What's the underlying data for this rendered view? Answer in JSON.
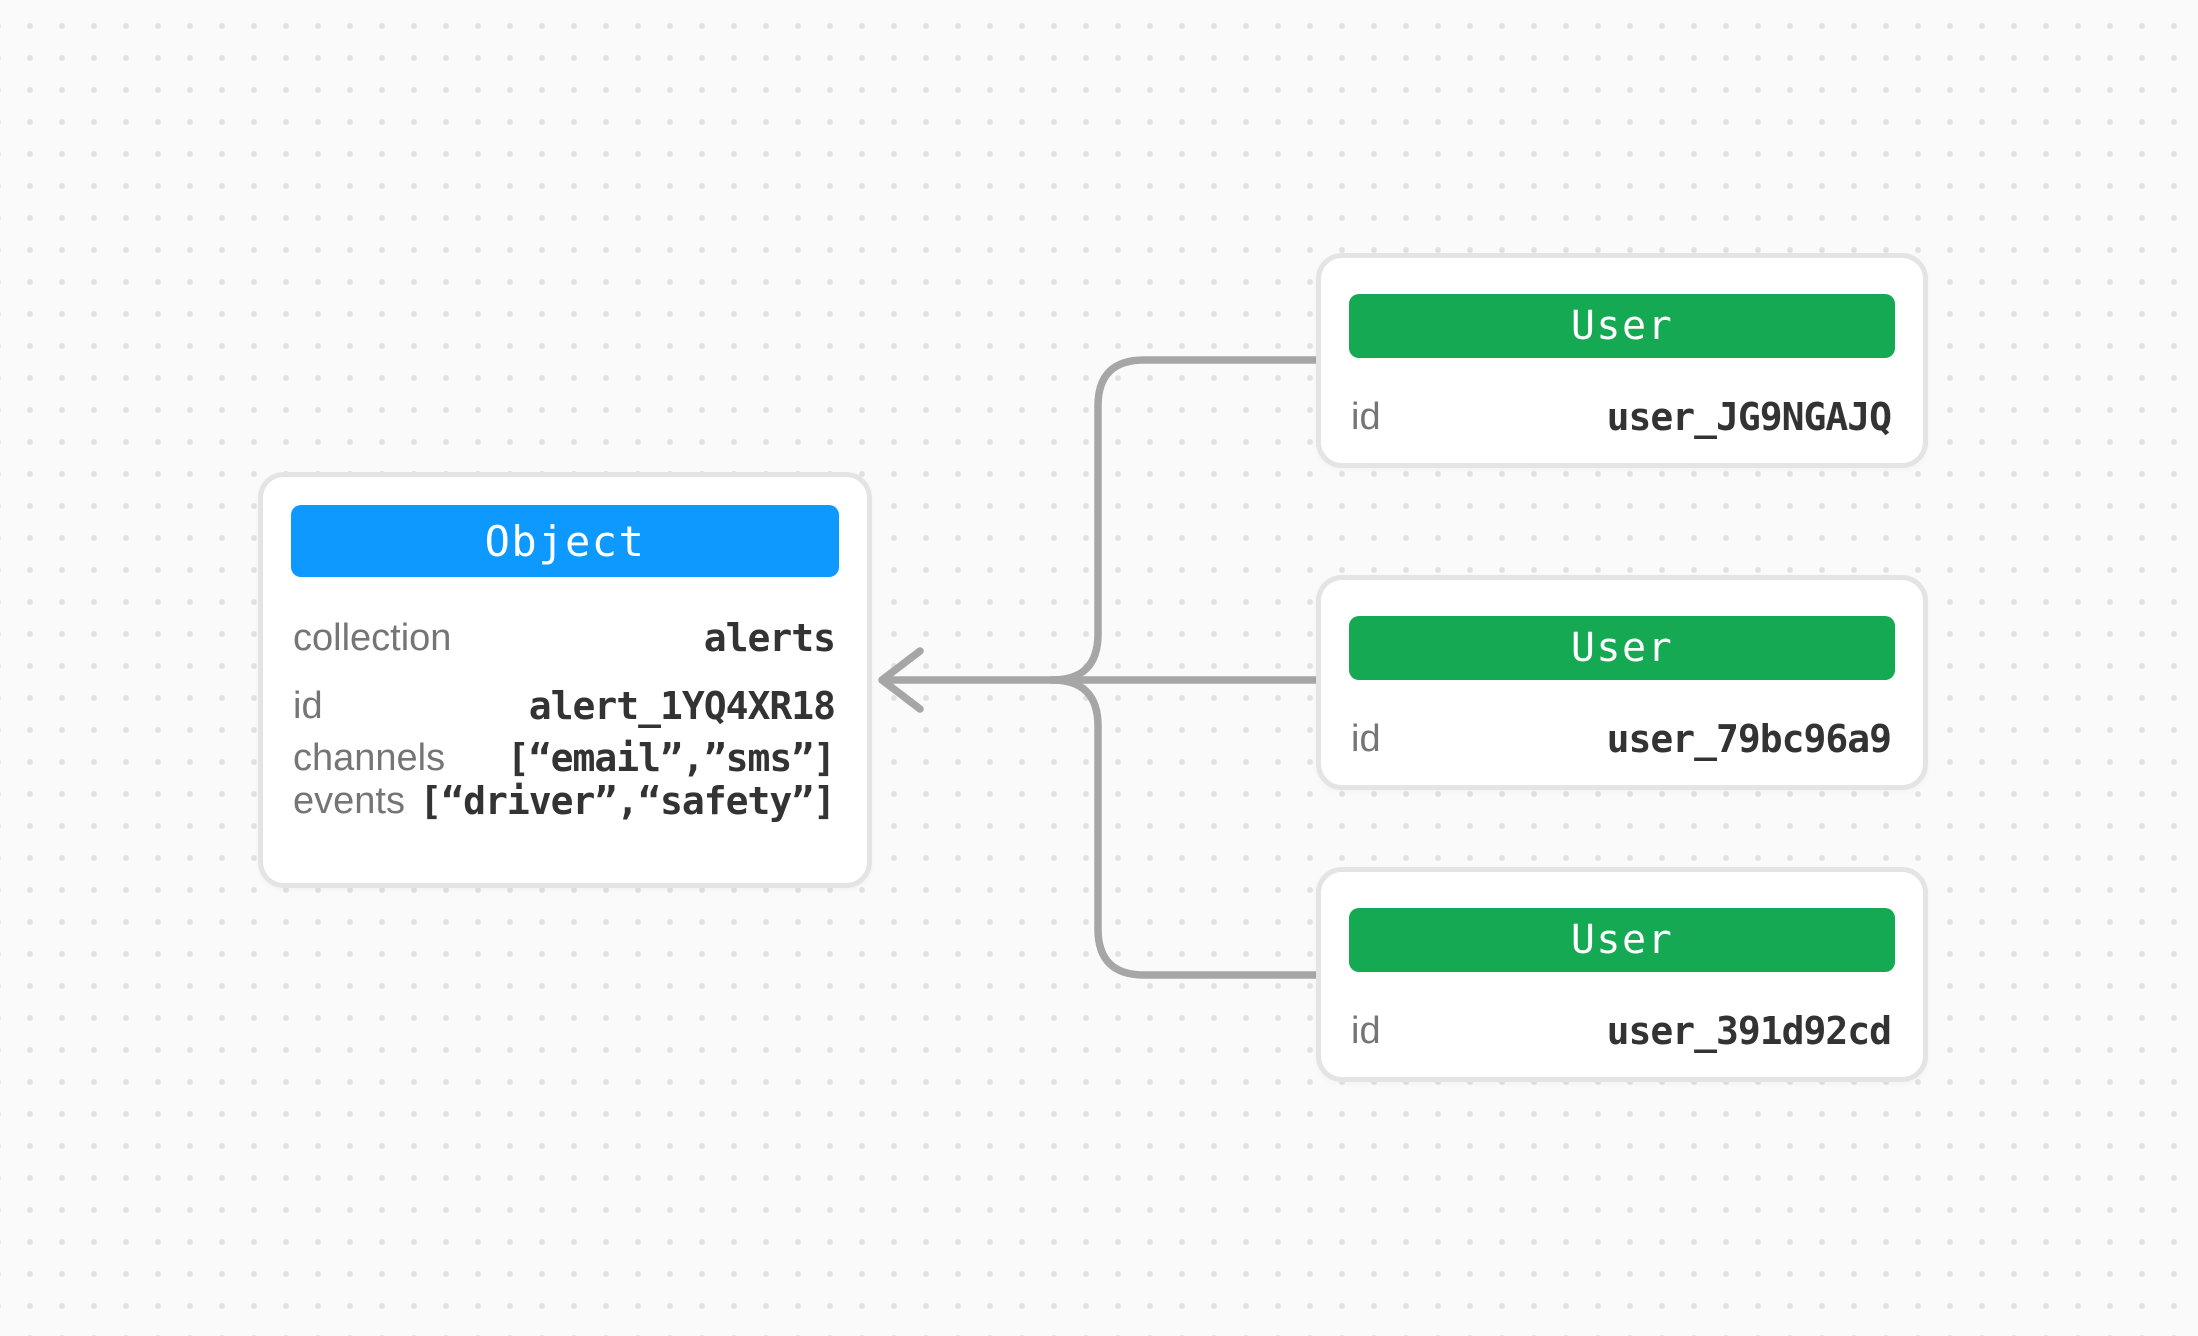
{
  "canvas": {
    "background": "#FAFAFA",
    "dot_color": "#E1E1E1"
  },
  "connector": {
    "color": "#A6A6A6",
    "direction": "right-to-left",
    "arrowhead": "open-arrow-left",
    "branches": 3
  },
  "object_card": {
    "title": "Object",
    "title_bg": "#0D99FF",
    "rows": [
      {
        "label": "collection",
        "value": "alerts"
      },
      {
        "label": "id",
        "value": "alert_1YQ4XR18"
      },
      {
        "label": "channels",
        "value": "[“email”,”sms”]"
      },
      {
        "label": "events",
        "value": "[“driver”,“safety”]"
      }
    ]
  },
  "user_cards": [
    {
      "title": "User",
      "title_bg": "#14A952",
      "rows": [
        {
          "label": "id",
          "value": "user_JG9NGAJQ"
        }
      ]
    },
    {
      "title": "User",
      "title_bg": "#14A952",
      "rows": [
        {
          "label": "id",
          "value": "user_79bc96a9"
        }
      ]
    },
    {
      "title": "User",
      "title_bg": "#14A952",
      "rows": [
        {
          "label": "id",
          "value": "user_391d92cd"
        }
      ]
    }
  ]
}
